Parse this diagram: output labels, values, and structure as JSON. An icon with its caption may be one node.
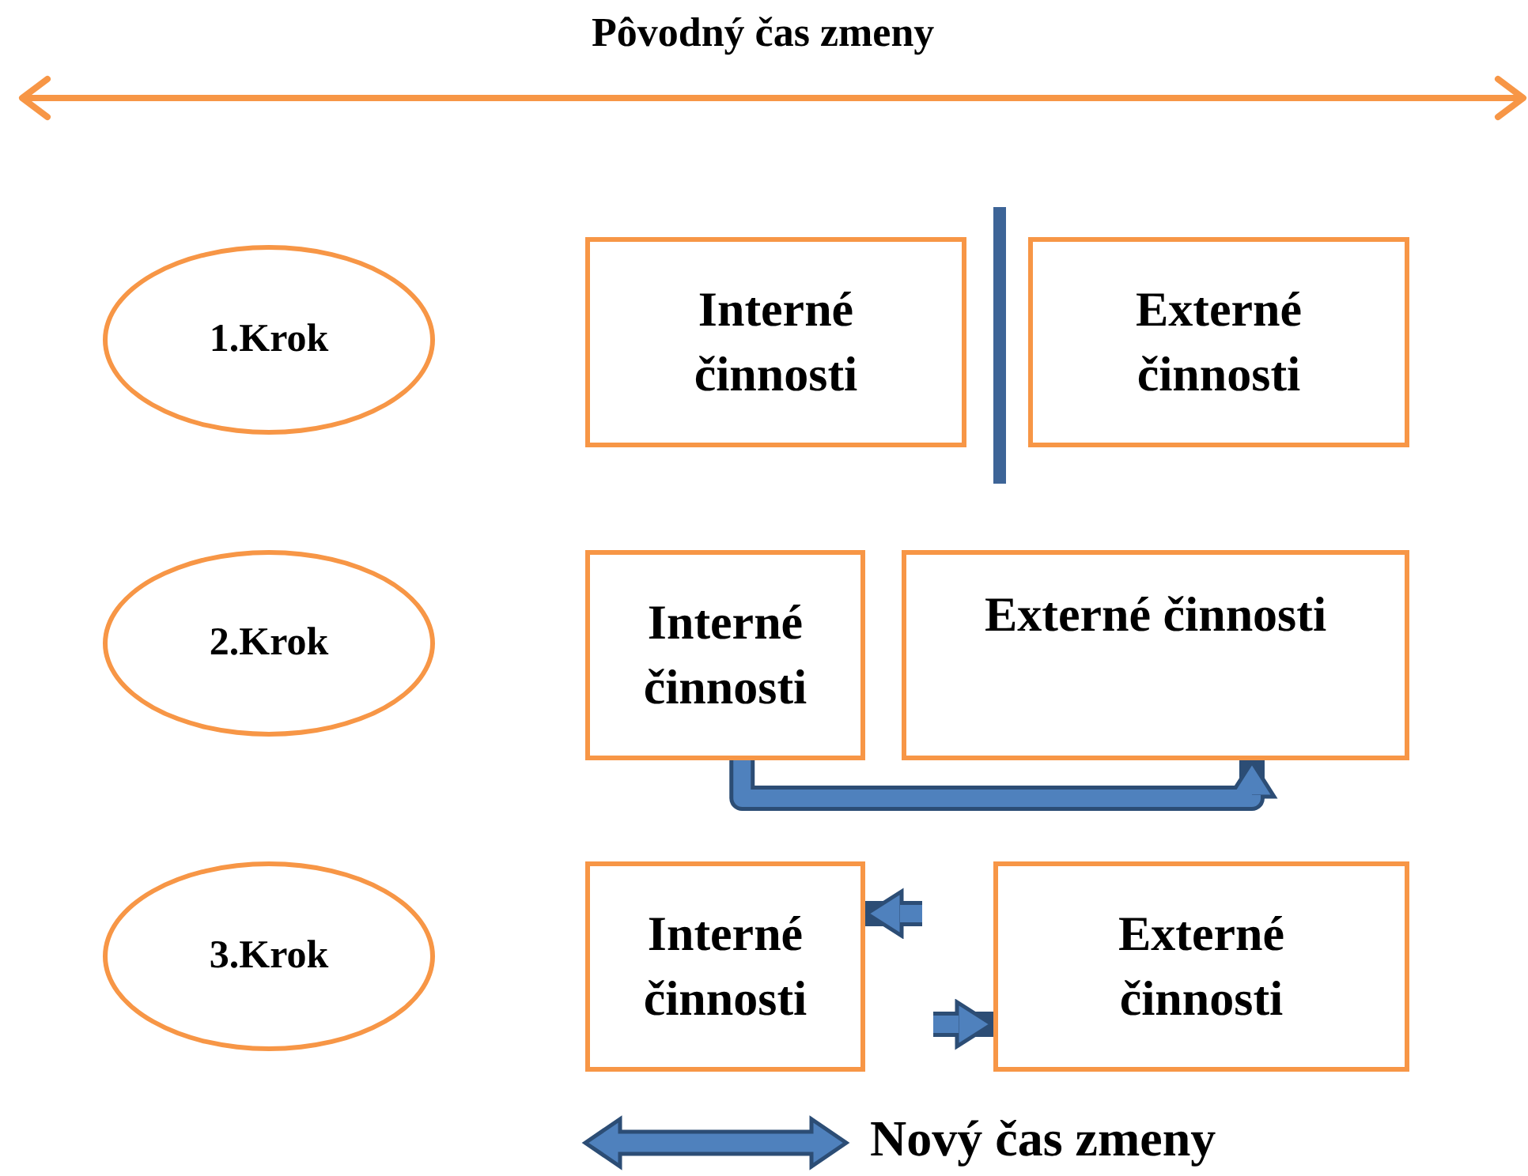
{
  "diagram": {
    "nodes": [
      {
        "text": [
          "1.Krok"
        ]
      },
      {
        "text": [
          "Interné činnosti"
        ]
      },
      {
        "text": [
          "Externé činnosti"
        ]
      },
      {
        "text": [
          "2.Krok"
        ]
      },
      {
        "text": [
          "Interné činnosti"
        ]
      },
      {
        "text": [
          "Externé činnosti"
        ]
      },
      {
        "text": [
          "3.Krok"
        ]
      },
      {
        "text": [
          "Interné činnosti"
        ]
      },
      {
        "text": [
          "Externé činnosti"
        ]
      }
    ],
    "edges": [
      {
        "from": 4,
        "to": 5,
        "arrow": "to"
      },
      {
        "from": null,
        "to": 7,
        "arrow": "to"
      },
      {
        "from": null,
        "to": 8,
        "arrow": "to"
      }
    ],
    "labels": [
      "Pôvodný čas zmeny",
      "Nový čas zmeny"
    ]
  }
}
